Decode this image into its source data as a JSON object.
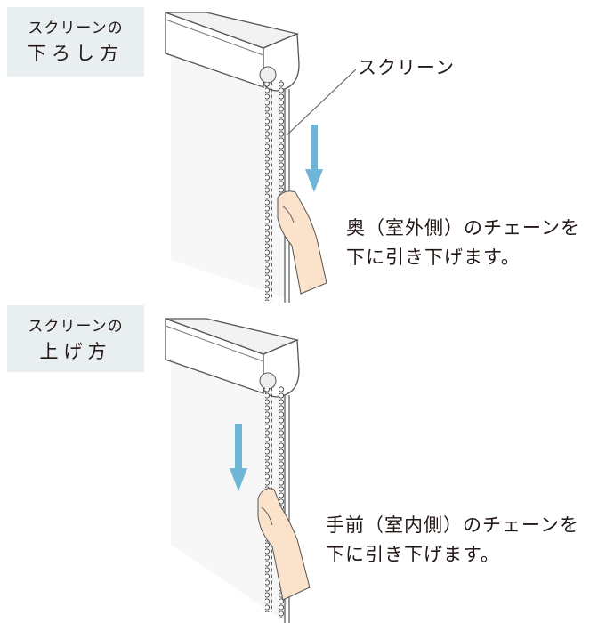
{
  "sections": [
    {
      "tag_line1": "スクリーンの",
      "tag_line2": "下ろし方",
      "caption_line1": "奥（室外側）のチェーンを",
      "caption_line2": "下に引き下げます。"
    },
    {
      "tag_line1": "スクリーンの",
      "tag_line2": "上げ方",
      "caption_line1": "手前（室内側）のチェーンを",
      "caption_line2": "下に引き下げます。"
    }
  ],
  "callout_label": "スクリーン",
  "colors": {
    "tag_bg": "#e9eef1",
    "arrow": "#6eb5d8",
    "skin": "#fbe3cb",
    "line": "#555555"
  }
}
